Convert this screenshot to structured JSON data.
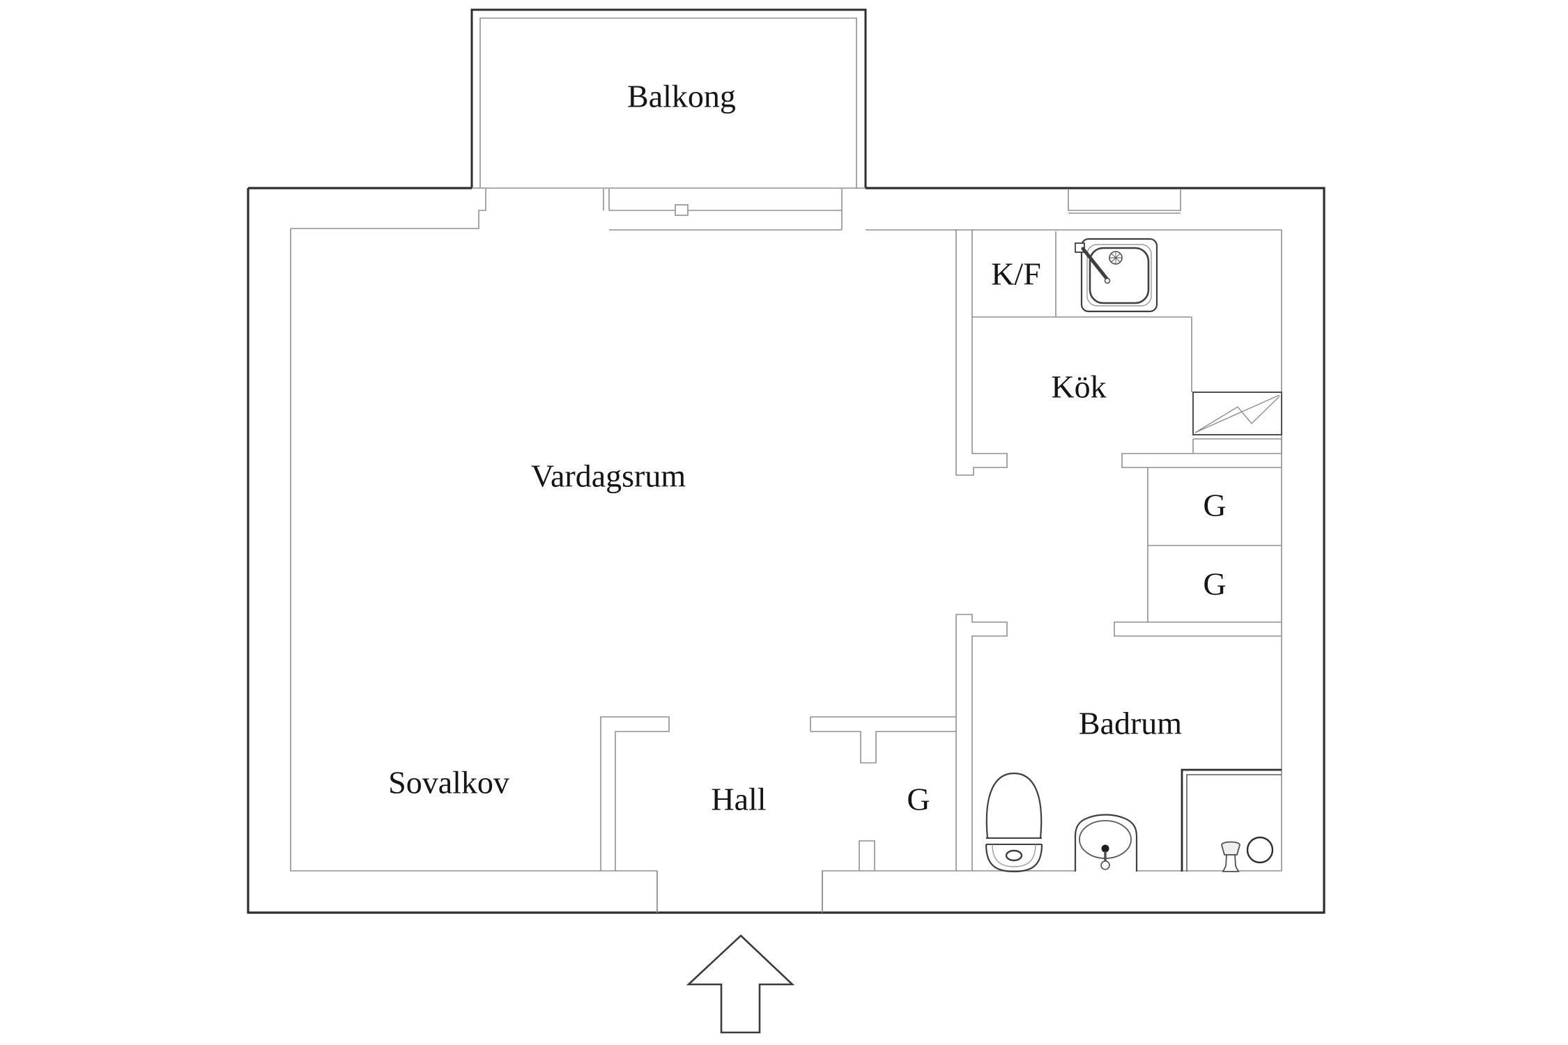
{
  "document": {
    "type": "apartment floor plan",
    "background": "#ffffff"
  },
  "colors": {
    "outer_wall": "#2e2e2e",
    "inner_wall": "#8f8f8f",
    "fixture_dark": "#3f3f3f",
    "fixture_light": "#9a9a9a",
    "text": "#151515",
    "arrow_outline": "#3c3c3c"
  },
  "rooms": {
    "balcony": {
      "label": "Balkong"
    },
    "living_room": {
      "label": "Vardagsrum"
    },
    "sleeping_alcove": {
      "label": "Sovalkov"
    },
    "hall": {
      "label": "Hall"
    },
    "hall_closet": {
      "label": "G"
    },
    "fridge_freezer": {
      "label": "K/F"
    },
    "kitchen": {
      "label": "Kök"
    },
    "wardrobe_upper": {
      "label": "G"
    },
    "wardrobe_lower": {
      "label": "G"
    },
    "bathroom": {
      "label": "Badrum"
    }
  },
  "fixtures": {
    "kitchen_sink": "kitchen-sink-icon",
    "stove": "stove-icon",
    "toilet": "toilet-icon",
    "bathroom_sink": "bathroom-sink-icon",
    "shower": "shower-icon",
    "shower_drain": "shower-drain-icon",
    "window_handle": "window-handle-icon",
    "entrance_arrow": "entrance-arrow-icon"
  }
}
